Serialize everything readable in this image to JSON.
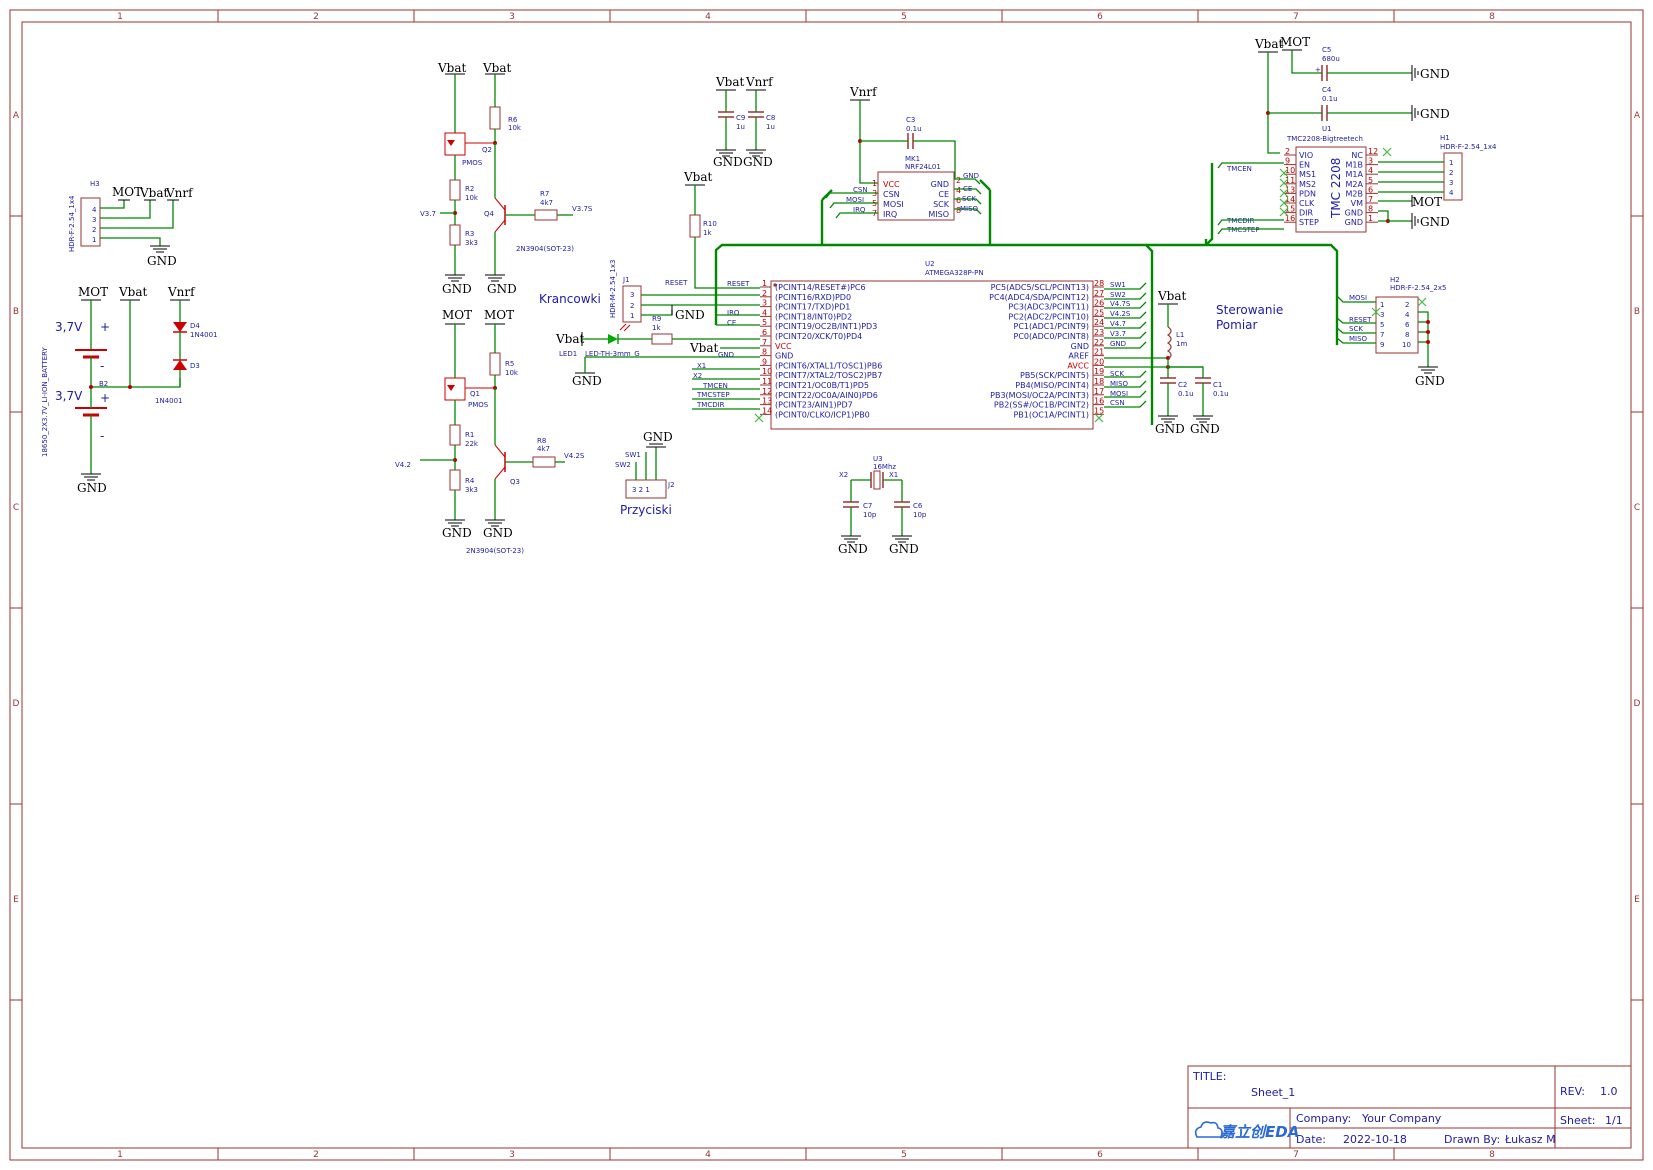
{
  "title_block": {
    "title_label": "TITLE:",
    "title": "Sheet_1",
    "rev_label": "REV:",
    "rev": "1.0",
    "company_label": "Company:",
    "company": "Your Company",
    "sheet_label": "Sheet:",
    "sheet": "1/1",
    "date_label": "Date:",
    "date": "2022-10-18",
    "drawn_label": "Drawn By:",
    "drawn_by": "Łukasz M",
    "logo": "嘉立创EDA"
  },
  "frame": {
    "columns": [
      "1",
      "2",
      "3",
      "4",
      "5",
      "6",
      "7",
      "8"
    ],
    "rows": [
      "A",
      "B",
      "C",
      "D",
      "E"
    ]
  },
  "power": {
    "vbat": "Vbat",
    "mot": "MOT",
    "vnrf": "Vnrf",
    "gnd": "GND"
  },
  "notes": {
    "krancowki": "Krancowki",
    "sterowanie": "Sterowanie",
    "pomiar": "Pomiar",
    "przyciski": "Przyciski"
  },
  "h3": {
    "ref": "H3",
    "part": "HDR-F-2.54_1x4",
    "pins": [
      "4",
      "3",
      "2",
      "1"
    ]
  },
  "battery": {
    "part": "18650_2X3.7V_LI-ION_BATTERY",
    "ref": "B2",
    "v1": "3,7V",
    "v2": "3,7V",
    "plus": "+",
    "minus": "-"
  },
  "diodes": {
    "d4": "D4",
    "d4_part": "1N4001",
    "d3": "D3",
    "d3_part": "1N4001"
  },
  "q2": {
    "ref": "Q2",
    "type": "PMOS"
  },
  "q4": {
    "ref": "Q4",
    "part": "2N3904(SOT-23)"
  },
  "r6": {
    "ref": "R6",
    "val": "10k"
  },
  "r2": {
    "ref": "R2",
    "val": "10k"
  },
  "r3": {
    "ref": "R3",
    "val": "3k3"
  },
  "r7": {
    "ref": "R7",
    "val": "4k7"
  },
  "q1": {
    "ref": "Q1",
    "type": "PMOS"
  },
  "q3": {
    "ref": "Q3",
    "part": "2N3904(SOT-23)"
  },
  "r5": {
    "ref": "R5",
    "val": "10k"
  },
  "r1": {
    "ref": "R1",
    "val": "22k"
  },
  "r4": {
    "ref": "R4",
    "val": "3k3"
  },
  "r8": {
    "ref": "R8",
    "val": "4k7"
  },
  "nets": {
    "v37": "V3.7",
    "v37s": "V3.7S",
    "v42": "V4.2",
    "v42s": "V4.2S",
    "reset": "RESET",
    "irq": "IRQ",
    "ce": "CE",
    "gnd": "GND",
    "x1": "X1",
    "x2": "X2",
    "tmcen": "TMCEN",
    "tmcstep": "TMCSTEP",
    "tmcdir": "TMCDIR",
    "csn": "CSN",
    "mosi": "MOSI",
    "miso": "MISO",
    "sck": "SCK",
    "sw1": "SW1",
    "sw2": "SW2",
    "v47s": "V4.7S",
    "v42s_b": "V4.2S",
    "v47": "V4.7",
    "v37b": "V3.7"
  },
  "c9": {
    "ref": "C9",
    "val": "1u"
  },
  "c8": {
    "ref": "C8",
    "val": "1u"
  },
  "r10": {
    "ref": "R10",
    "val": "1k"
  },
  "j1": {
    "ref": "J1",
    "part": "HDR-M-2.54_1x3",
    "pins": [
      "3",
      "2",
      "1"
    ]
  },
  "r9": {
    "ref": "R9",
    "val": "1k"
  },
  "led1": {
    "ref": "LED1",
    "part": "LED-TH-3mm_G"
  },
  "j2": {
    "ref": "J2",
    "pins": "3 2 1"
  },
  "mk1": {
    "ref": "MK1",
    "part": "NRF24L01",
    "left_pins": [
      "VCC",
      "CSN",
      "MOSI",
      "IRQ"
    ],
    "left_nums": [
      "1",
      "3",
      "5",
      "7"
    ],
    "right_pins": [
      "GND",
      "CE",
      "SCK",
      "MISO"
    ],
    "right_nums": [
      "2",
      "4",
      "6",
      "8"
    ]
  },
  "c3": {
    "ref": "C3",
    "val": "0.1u"
  },
  "u2": {
    "ref": "U2",
    "part": "ATMEGA328P-PN",
    "left_pins": [
      "(PCINT14/RESET#)PC6",
      "(PCINT16/RXD)PD0",
      "(PCINT17/TXD)PD1",
      "(PCINT18/INT0)PD2",
      "(PCINT19/OC2B/INT1)PD3",
      "(PCINT20/XCK/T0)PD4",
      "VCC",
      "GND",
      "(PCINT6/XTAL1/TOSC1)PB6",
      "(PCINT7/XTAL2/TOSC2)PB7",
      "(PCINT21/OC0B/T1)PD5",
      "(PCINT22/OC0A/AIN0)PD6",
      "(PCINT23/AIN1)PD7",
      "(PCINT0/CLKO/ICP1)PB0"
    ],
    "left_nums": [
      "1",
      "2",
      "3",
      "4",
      "5",
      "6",
      "7",
      "8",
      "9",
      "10",
      "11",
      "12",
      "13",
      "14"
    ],
    "right_pins": [
      "PC5(ADC5/SCL/PCINT13)",
      "PC4(ADC4/SDA/PCINT12)",
      "PC3(ADC3/PCINT11)",
      "PC2(ADC2/PCINT10)",
      "PC1(ADC1/PCINT9)",
      "PC0(ADC0/PCINT8)",
      "GND",
      "AREF",
      "AVCC",
      "PB5(SCK/PCINT5)",
      "PB4(MISO/PCINT4)",
      "PB3(MOSI/OC2A/PCINT3)",
      "PB2(SS#/OC1B/PCINT2)",
      "PB1(OC1A/PCINT1)"
    ],
    "right_nums": [
      "28",
      "27",
      "26",
      "25",
      "24",
      "23",
      "22",
      "21",
      "20",
      "19",
      "18",
      "17",
      "16",
      "15"
    ]
  },
  "l1": {
    "ref": "L1",
    "val": "1m"
  },
  "c2": {
    "ref": "C2",
    "val": "0.1u"
  },
  "c1": {
    "ref": "C1",
    "val": "0.1u"
  },
  "u3": {
    "ref": "U3",
    "val": "16Mhz"
  },
  "c7": {
    "ref": "C7",
    "val": "10p"
  },
  "c6": {
    "ref": "C6",
    "val": "10p"
  },
  "c5": {
    "ref": "C5",
    "val": "680u"
  },
  "c4": {
    "ref": "C4",
    "val": "0.1u"
  },
  "u1": {
    "ref": "U1",
    "part": "TMC2208-Bigtreetech",
    "body": "TMC 2208",
    "left_pins": [
      "VIO",
      "EN",
      "MS1",
      "MS2",
      "PDN",
      "CLK",
      "DIR",
      "STEP"
    ],
    "left_nums": [
      "2",
      "9",
      "10",
      "11",
      "13",
      "14",
      "15",
      "16"
    ],
    "right_pins": [
      "NC",
      "M1B",
      "M1A",
      "M2A",
      "M2B",
      "VM",
      "GND",
      "GND"
    ],
    "right_nums": [
      "12",
      "3",
      "4",
      "5",
      "6",
      "7",
      "8",
      "1"
    ]
  },
  "h1": {
    "ref": "H1",
    "part": "HDR-F-2.54_1x4",
    "pins": [
      "1",
      "2",
      "3",
      "4"
    ]
  },
  "h2": {
    "ref": "H2",
    "part": "HDR-F-2.54_2x5",
    "left_nums": [
      "1",
      "3",
      "5",
      "7",
      "9"
    ],
    "right_nums": [
      "2",
      "4",
      "6",
      "8",
      "10"
    ],
    "nets": [
      "MOSI",
      "RESET",
      "SCK",
      "MISO"
    ]
  }
}
